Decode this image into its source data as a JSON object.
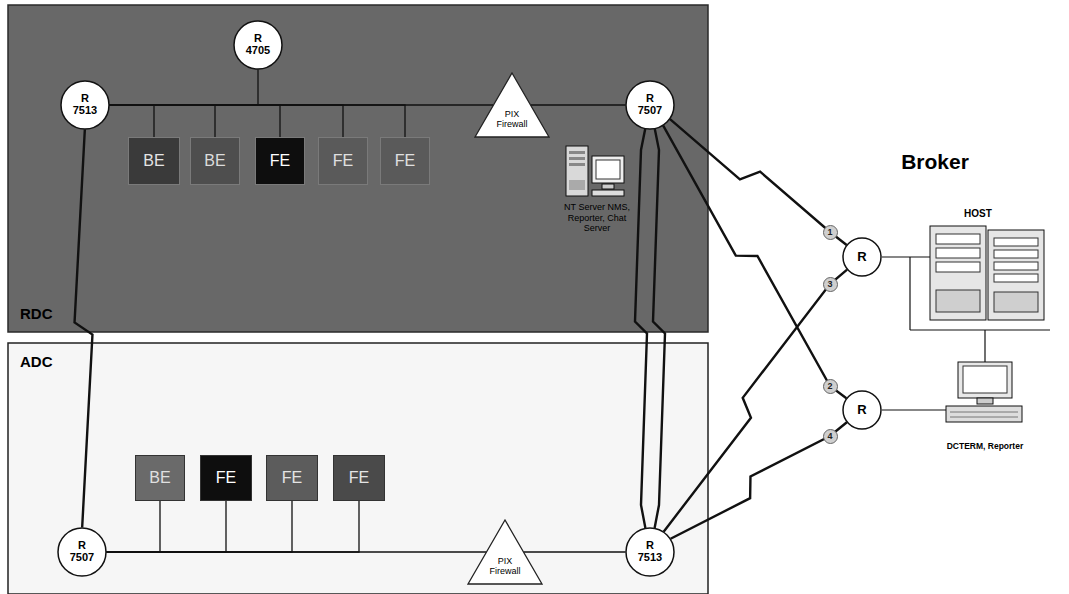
{
  "diagram": {
    "nodes": [
      {
        "text": [
          "RDC"
        ]
      },
      {
        "text": [
          "R 4705"
        ],
        "in": 0
      },
      {
        "text": [
          "R 7513"
        ],
        "in": 0
      },
      {
        "text": [
          "BE"
        ],
        "in": 0
      },
      {
        "text": [
          "BE"
        ],
        "in": 0
      },
      {
        "text": [
          "FE"
        ],
        "in": 0
      },
      {
        "text": [
          "FE"
        ],
        "in": 0
      },
      {
        "text": [
          "FE"
        ],
        "in": 0
      },
      {
        "text": [
          "PIX Firewall"
        ],
        "in": 0
      },
      {
        "text": [
          "R 7507"
        ],
        "in": 0
      },
      {
        "text": [
          "ADC"
        ]
      },
      {
        "text": [
          "BE"
        ],
        "in": 10
      },
      {
        "text": [
          "FE"
        ],
        "in": 10
      },
      {
        "text": [
          "FE"
        ],
        "in": 10
      },
      {
        "text": [
          "FE"
        ],
        "in": 10
      },
      {
        "text": [
          "R 7507"
        ],
        "in": 10
      },
      {
        "text": [
          "PIX Firewall"
        ],
        "in": 10
      },
      {
        "text": [
          "R 7513"
        ],
        "in": 10
      },
      {
        "text": [
          "R"
        ]
      },
      {
        "text": [
          "R"
        ]
      }
    ],
    "edges": [
      {
        "from": 2,
        "to": 1,
        "arrow": "none"
      },
      {
        "from": 2,
        "to": 3,
        "arrow": "none"
      },
      {
        "from": 2,
        "to": 4,
        "arrow": "none"
      },
      {
        "from": 2,
        "to": 5,
        "arrow": "none"
      },
      {
        "from": 2,
        "to": 6,
        "arrow": "none"
      },
      {
        "from": 2,
        "to": 7,
        "arrow": "none"
      },
      {
        "from": 2,
        "to": 8,
        "arrow": "none"
      },
      {
        "from": 8,
        "to": 9,
        "arrow": "none"
      },
      {
        "from": 15,
        "to": 11,
        "arrow": "none"
      },
      {
        "from": 15,
        "to": 12,
        "arrow": "none"
      },
      {
        "from": 15,
        "to": 13,
        "arrow": "none"
      },
      {
        "from": 15,
        "to": 14,
        "arrow": "none"
      },
      {
        "from": 15,
        "to": 16,
        "arrow": "none"
      },
      {
        "from": 16,
        "to": 17,
        "arrow": "none"
      },
      {
        "from": 2,
        "to": 15,
        "arrow": "none"
      },
      {
        "from": 9,
        "to": 17,
        "arrow": "none"
      },
      {
        "from": 9,
        "to": 17,
        "arrow": "none"
      },
      {
        "from": 9,
        "to": 18,
        "arrow": "none"
      },
      {
        "from": 9,
        "to": 19,
        "arrow": "none"
      },
      {
        "from": 17,
        "to": 18,
        "arrow": "none"
      },
      {
        "from": 17,
        "to": 19,
        "arrow": "none"
      }
    ],
    "labels": [
      "Broker",
      "HOST",
      "NT Server NMS, Reporter, Chat Server",
      "1",
      "3",
      "2",
      "4",
      "DCTERM, Reporter"
    ]
  }
}
